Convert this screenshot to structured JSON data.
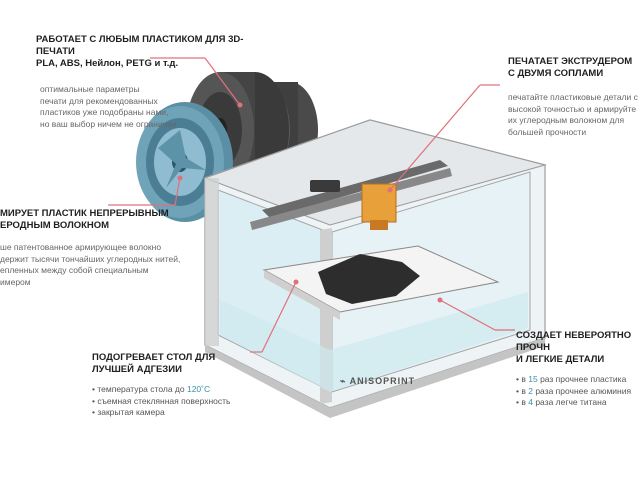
{
  "callouts": {
    "plastics": {
      "title1": "РАБОТАЕТ С ЛЮБЫМ ПЛАСТИКОМ ДЛЯ 3D-ПЕЧАТИ",
      "title2": "PLA, ABS, Нейлон, PETG и т.д.",
      "body": [
        "оптимальные параметры",
        "печати для рекомендованных",
        "пластиков уже подобраны нами,",
        "но ваш выбор ничем не ограничен"
      ]
    },
    "extruder": {
      "title1": "ПЕЧАТАЕТ ЭКСТРУДЕРОМ",
      "title2": "С ДВУМЯ СОПЛАМИ",
      "body": [
        "печатайте пластиковые детали с",
        "высокой точностью и армируйте",
        "их углеродным волокном для",
        "большей прочности"
      ]
    },
    "fiber": {
      "title1": "МИРУЕТ ПЛАСТИК НЕПРЕРЫВНЫМ",
      "title2": "ЕРОДНЫМ ВОЛОКНОМ",
      "body": [
        "ше патентованное армирующее волокно",
        "держит тысячи тончайших углеродных нитей,",
        "епленных между собой специальным",
        "имером"
      ]
    },
    "bed": {
      "title1": "ПОДОГРЕВАЕТ СТОЛ ДЛЯ",
      "title2": "ЛУЧШЕЙ АДГЕЗИИ",
      "bullets": [
        {
          "pre": "температура стола до ",
          "hl": "120˚C",
          "post": ""
        },
        {
          "pre": "съемная стеклянная поверхность",
          "hl": "",
          "post": ""
        },
        {
          "pre": "закрытая камера",
          "hl": "",
          "post": ""
        }
      ]
    },
    "strength": {
      "title1": "СОЗДАЕТ НЕВЕРОЯТНО ПРОЧН",
      "title2": "И ЛЕГКИЕ ДЕТАЛИ",
      "bullets": [
        {
          "pre": "в ",
          "hl": "15",
          "post": " раз прочнее пластика"
        },
        {
          "pre": "в ",
          "hl": "2",
          "post": " раза прочнее алюминия"
        },
        {
          "pre": "в ",
          "hl": "4",
          "post": " раза легче титана"
        }
      ]
    }
  },
  "brand": "ANISOPRINT",
  "colors": {
    "accent_line": "#e0707a",
    "highlight": "#3a8fa8",
    "spool_blue": "#5a8fa5",
    "spool_dark": "#3b3b3b",
    "glass": "#cde9ef"
  }
}
